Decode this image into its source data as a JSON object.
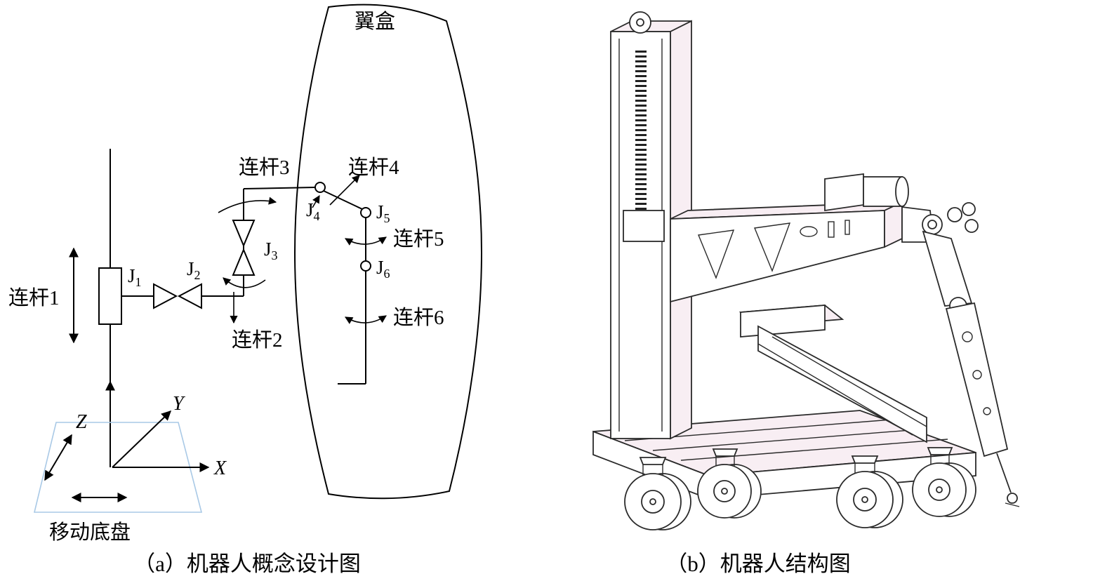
{
  "figure": {
    "background": "#ffffff",
    "line_color": "#000000",
    "chassis_outline_color": "#a9c9e6"
  },
  "panel_a": {
    "caption": "（a）机器人概念设计图",
    "wing_box_label": "翼盒",
    "chassis_label": "移动底盘",
    "link_labels": {
      "link1": "连杆1",
      "link2": "连杆2",
      "link3": "连杆3",
      "link4": "连杆4",
      "link5": "连杆5",
      "link6": "连杆6"
    },
    "joint_labels": [
      {
        "base": "J",
        "sub": "1"
      },
      {
        "base": "J",
        "sub": "2"
      },
      {
        "base": "J",
        "sub": "3"
      },
      {
        "base": "J",
        "sub": "4"
      },
      {
        "base": "J",
        "sub": "5"
      },
      {
        "base": "J",
        "sub": "6"
      }
    ],
    "axis_labels": {
      "x": "X",
      "y": "Y",
      "z": "Z"
    }
  },
  "panel_b": {
    "caption": "（b）机器人结构图"
  }
}
